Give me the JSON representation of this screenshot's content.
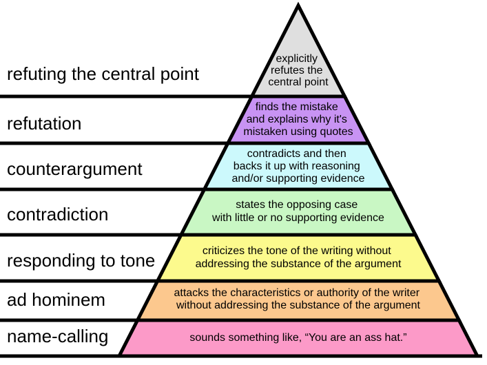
{
  "diagram": {
    "kind": "hierarchy-of-disagreement-pyramid",
    "background_color": "#ffffff",
    "outline_color": "#000000",
    "text_color": "#000000",
    "levels": [
      {
        "label": "refuting the central point",
        "color": "#dfdfdf",
        "description_lines": [
          "explicitly",
          "refutes the",
          "central point"
        ]
      },
      {
        "label": "refutation",
        "color": "#c893f3",
        "description_lines": [
          "finds the mistake",
          "and explains why it's",
          "mistaken using quotes"
        ]
      },
      {
        "label": "counterargument",
        "color": "#ccf9fc",
        "description_lines": [
          "contradicts and then",
          "backs it up with reasoning",
          "and/or supporting evidence"
        ]
      },
      {
        "label": "contradiction",
        "color": "#c9f7c4",
        "description_lines": [
          "states the opposing case",
          "with little or no supporting evidence"
        ]
      },
      {
        "label": "responding to tone",
        "color": "#fcfa8d",
        "description_lines": [
          "criticizes the tone of the writing without",
          "addressing the substance of the argument"
        ]
      },
      {
        "label": "ad hominem",
        "color": "#fcc88e",
        "description_lines": [
          "attacks the characteristics or authority of the writer",
          "without addressing the substance of the argument"
        ]
      },
      {
        "label": "name-calling",
        "color": "#fc9ac8",
        "description_lines": [
          "sounds something like, “You are an ass hat.”"
        ]
      }
    ]
  }
}
